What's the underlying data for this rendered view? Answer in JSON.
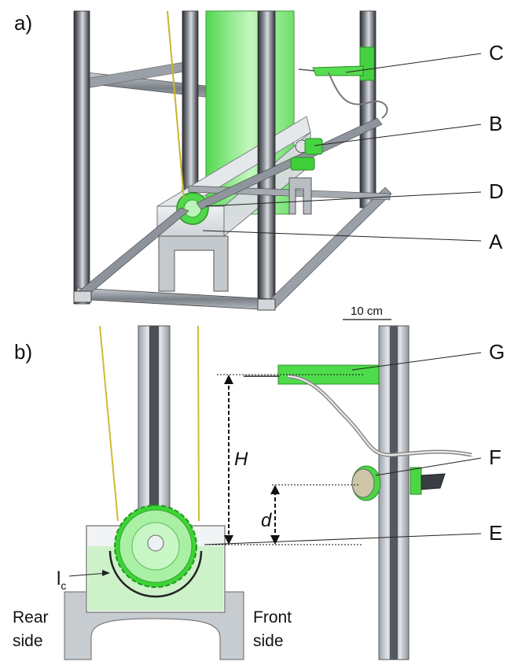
{
  "panels": {
    "a": "a)",
    "b": "b)"
  },
  "callouts": {
    "A": "A",
    "B": "B",
    "C": "C",
    "D": "D",
    "E": "E",
    "F": "F",
    "G": "G"
  },
  "variables": {
    "H": "H",
    "d": "d",
    "lc_main": "l",
    "lc_sub": "c"
  },
  "sides": {
    "rear_1": "Rear",
    "rear_2": "side",
    "front_1": "Front",
    "front_2": "side"
  },
  "scale_bar": {
    "label": "10 cm"
  },
  "colors": {
    "frame_dark": "#2b2d31",
    "frame_metal": "#a7adb4",
    "frame_light": "#d4d8dc",
    "green_bright": "#34e034",
    "green_light": "#b6f5b2",
    "green_mid": "#5fd65a",
    "tank_glass": "#e3e6e8",
    "liquid": "#c9f2c4",
    "thread_yellow": "#d8c832"
  }
}
